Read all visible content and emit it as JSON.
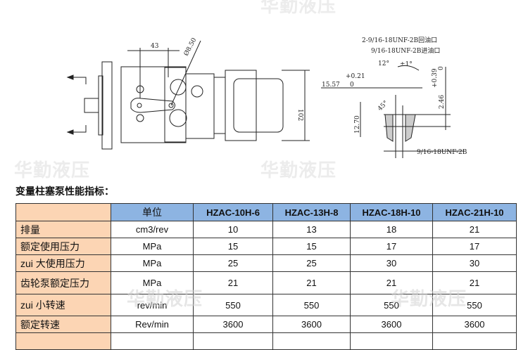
{
  "drawing": {
    "dim_43": "43",
    "dim_dia": "Ø8.50",
    "dim_102": "102",
    "port_return": "2-9/16-18UNF-2B回油口",
    "port_inlet": "9/16-18UNF-2B进油口",
    "angle_12": "12°",
    "angle_1": "±1°",
    "tol_021": "+0.21",
    "dim_1557": "15.57",
    "zero_a": "0",
    "tol_039": "+0.39",
    "zero_b": "0",
    "dim_246": "2.46",
    "dim_1270": "12.70",
    "angle_45": "45°",
    "port_bottom": "9/16-18UNF-2B"
  },
  "watermark": "华勤液压",
  "section_title": "变量柱塞泵性能指标：",
  "table": {
    "headers": [
      "",
      "单位",
      "HZAC-10H-6",
      "HZAC-13H-8",
      "HZAC-18H-10",
      "HZAC-21H-10"
    ],
    "rows": [
      [
        "排量",
        "cm3/rev",
        "10",
        "13",
        "18",
        "21"
      ],
      [
        "额定使用压力",
        "MPa",
        "15",
        "15",
        "17",
        "17"
      ],
      [
        "zui 大使用压力",
        "MPa",
        "25",
        "25",
        "30",
        "30"
      ],
      [
        "齿轮泵额定压力",
        "MPa",
        "21",
        "21",
        "21",
        "21"
      ],
      [
        "zui 小转速",
        "rev/min",
        "550",
        "550",
        "550",
        "550"
      ],
      [
        "额定转速",
        "Rev/min",
        "3600",
        "3600",
        "3600",
        "3600"
      ]
    ]
  }
}
